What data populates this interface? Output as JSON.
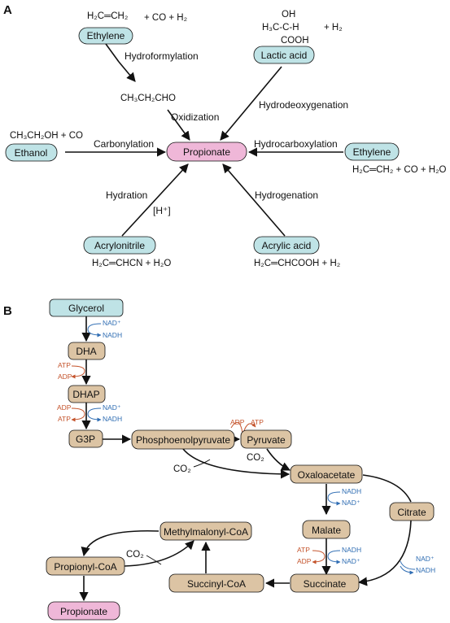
{
  "panel_a": {
    "label": "A",
    "nodes": {
      "propionate": "Propionate",
      "ethylene_top": "Ethylene",
      "lactic_acid": "Lactic acid",
      "ethanol": "Ethanol",
      "ethylene_right": "Ethylene",
      "acrylonitrile": "Acrylonitrile",
      "acrylic_acid": "Acrylic acid"
    },
    "reactions": {
      "hydroformylation": "Hydroformylation",
      "oxidization": "Oxidization",
      "hydrodeoxygenation": "Hydrodeoxygenation",
      "carbonylation": "Carbonylation",
      "hydrocarboxylation": "Hydrocarboxylation",
      "hydration": "Hydration",
      "hydrogenation": "Hydrogenation",
      "acid_catalyst": "[H⁺]"
    },
    "formulas": {
      "ethylene_top": "H₂C═CH₂",
      "co_h2_top": "+ CO + H₂",
      "lactic_oh": "OH",
      "lactic_main": "H₃C-C-H",
      "lactic_cooh": "COOH",
      "lactic_h2": "+ H₂",
      "propanal": "CH₃CH₂CHO",
      "ethanol": "CH₃CH₂OH + CO",
      "ethylene_right": "H₂C═CH₂ + CO + H₂O",
      "acrylonitrile": "H₂C═CHCN + H₂O",
      "acrylic_acid": "H₂C═CHCOOH + H₂"
    }
  },
  "panel_b": {
    "label": "B",
    "nodes": {
      "glycerol": "Glycerol",
      "dha": "DHA",
      "dhap": "DHAP",
      "g3p": "G3P",
      "pep": "Phosphoenolpyruvate",
      "pyruvate": "Pyruvate",
      "oxaloacetate": "Oxaloacetate",
      "citrate": "Citrate",
      "malate": "Malate",
      "succinate": "Succinate",
      "succinyl_coa": "Succinyl-CoA",
      "methylmalonyl_coa": "Methylmalonyl-CoA",
      "propionyl_coa": "Propionyl-CoA",
      "propionate": "Propionate"
    },
    "cofactors": {
      "nad": "NAD⁺",
      "nadh": "NADH",
      "atp": "ATP",
      "adp": "ADP",
      "co2": "CO₂"
    }
  },
  "colors": {
    "cyan_box": "#bfe3e6",
    "tan_box": "#dcc4a4",
    "pink_box": "#efb7d8",
    "nad_blue": "#2f6db3",
    "atp_orange": "#c4532b"
  }
}
